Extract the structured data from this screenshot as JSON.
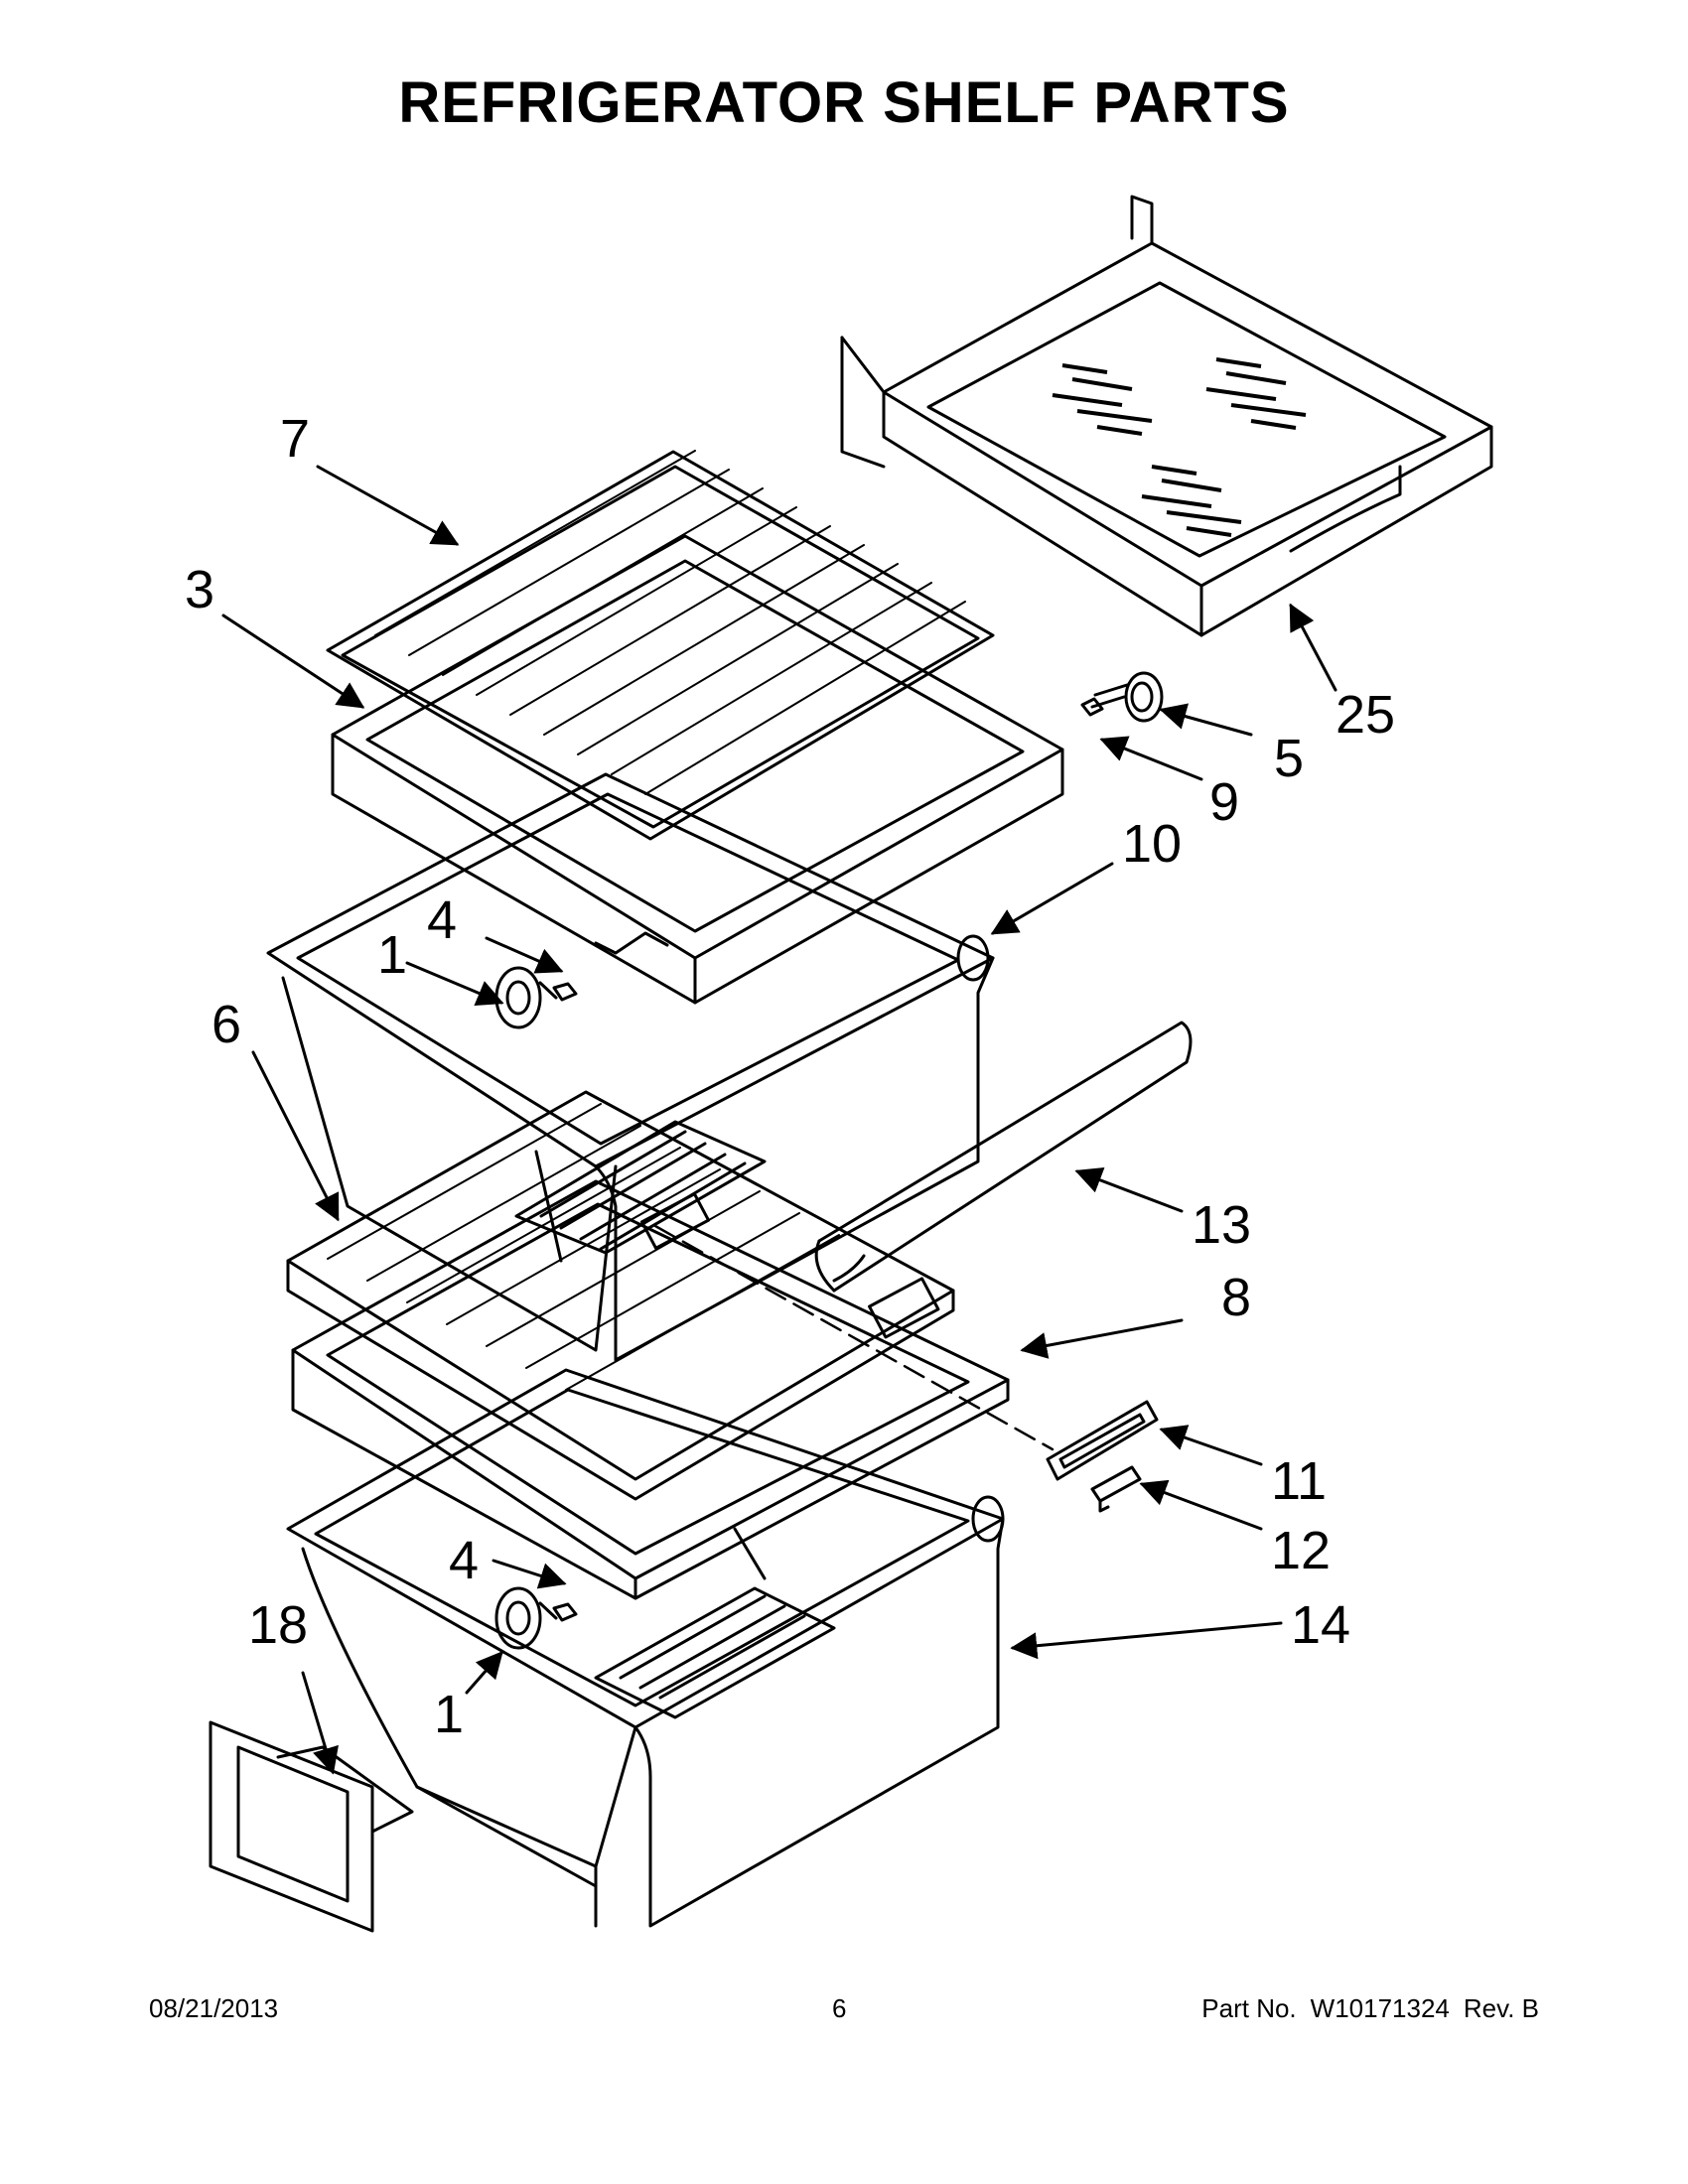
{
  "title": "REFRIGERATOR SHELF PARTS",
  "callouts": [
    "1",
    "1",
    "3",
    "4",
    "4",
    "5",
    "6",
    "7",
    "8",
    "9",
    "10",
    "11",
    "12",
    "13",
    "14",
    "18",
    "25"
  ],
  "footer": {
    "date": "08/21/2013",
    "page": "6",
    "part_label": "Part No.",
    "part_number": "W10171324",
    "revision": "Rev. B"
  }
}
